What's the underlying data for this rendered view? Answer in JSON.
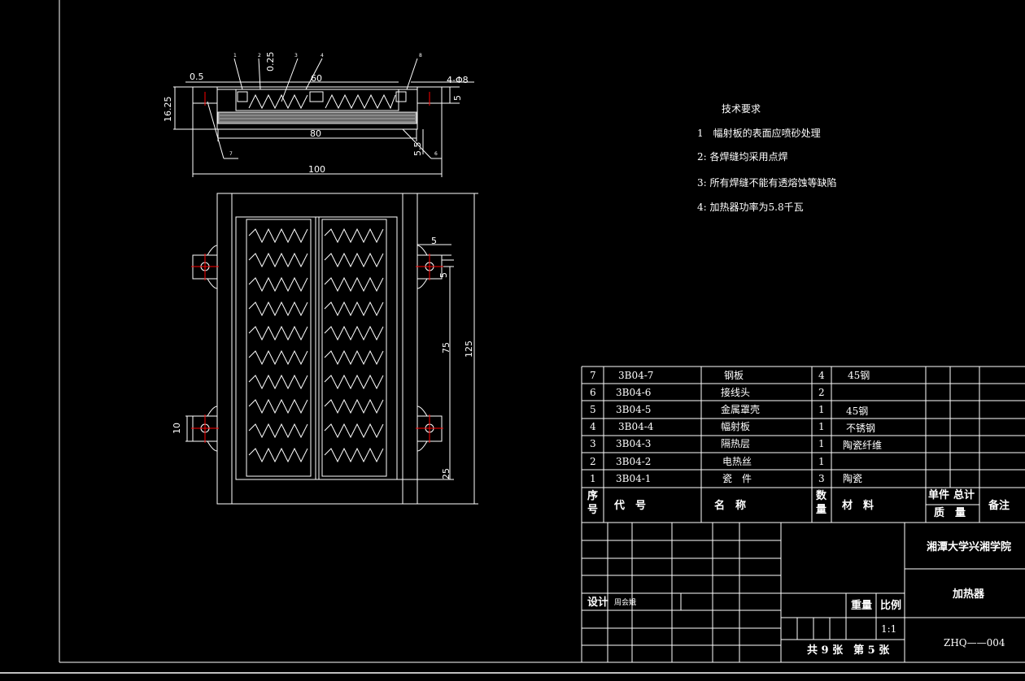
{
  "top_view": {
    "dims": {
      "d_0_5": "0.5",
      "d_0_25": "0.25",
      "d_60": "60",
      "d_4_phi8": "4-Φ8",
      "d_16_25": "16.25",
      "d_5": "5",
      "d_80": "80",
      "d_5_5": "5.5",
      "d_100": "100"
    },
    "callouts": [
      "1",
      "2",
      "3",
      "4",
      "8",
      "7",
      "6"
    ]
  },
  "plan_view": {
    "dims": {
      "d_5a": "5",
      "d_5b": "5",
      "d_75": "75",
      "d_125": "125",
      "d_10": "10",
      "d_25": "25"
    }
  },
  "tech": {
    "title": "技术要求",
    "items": [
      "1　幅射板的表面应喷砂处理",
      "2: 各焊缝均采用点焊",
      "3: 所有焊缝不能有透熔蚀等缺陷",
      "4: 加热器功率为5.8千瓦"
    ]
  },
  "parts": [
    {
      "no": "7",
      "code": "3B04-7",
      "name": "钢板",
      "qty": "4",
      "material": "45钢"
    },
    {
      "no": "6",
      "code": "3B04-6",
      "name": "接线头",
      "qty": "2",
      "material": ""
    },
    {
      "no": "5",
      "code": "3B04-5",
      "name": "金属罩壳",
      "qty": "1",
      "material": "45钢"
    },
    {
      "no": "4",
      "code": "3B04-4",
      "name": "幅射板",
      "qty": "1",
      "material": "不锈钢"
    },
    {
      "no": "3",
      "code": "3B04-3",
      "name": "隔热层",
      "qty": "1",
      "material": "陶瓷纤维"
    },
    {
      "no": "2",
      "code": "3B04-2",
      "name": "电热丝",
      "qty": "1",
      "material": ""
    },
    {
      "no": "1",
      "code": "3B04-1",
      "name": "瓷　件",
      "qty": "3",
      "material": "陶瓷"
    }
  ],
  "header": {
    "no1": "序",
    "no2": "号",
    "code": "代　号",
    "name": "名　称",
    "qty1": "数",
    "qty2": "量",
    "material": "材　料",
    "unit": "单件",
    "total": "总计",
    "mass": "质　量",
    "remark": "备注"
  },
  "title_block": {
    "design_label": "设计",
    "designer": "周会娥",
    "weight_label": "重量",
    "scale_label": "比例",
    "scale": "1:1",
    "sheets": "共 9 张　第 5 张",
    "school": "湘潭大学兴湘学院",
    "drawing_name": "加热器",
    "drawing_no": "ZHQ——004"
  }
}
